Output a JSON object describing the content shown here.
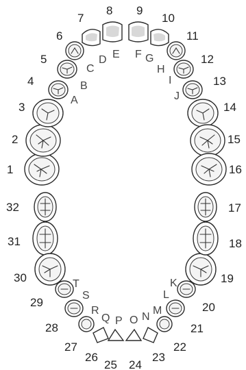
{
  "permanent_labels": [
    "1",
    "2",
    "3",
    "4",
    "5",
    "6",
    "7",
    "8",
    "9",
    "10",
    "11",
    "12",
    "13",
    "14",
    "15",
    "16",
    "17",
    "18",
    "19",
    "20",
    "21",
    "22",
    "23",
    "24",
    "25",
    "26",
    "27",
    "28",
    "29",
    "30",
    "31",
    "32"
  ],
  "primary_labels": [
    "A",
    "B",
    "C",
    "D",
    "E",
    "F",
    "G",
    "H",
    "I",
    "J",
    "K",
    "L",
    "M",
    "N",
    "O",
    "P",
    "Q",
    "R",
    "S",
    "T"
  ]
}
